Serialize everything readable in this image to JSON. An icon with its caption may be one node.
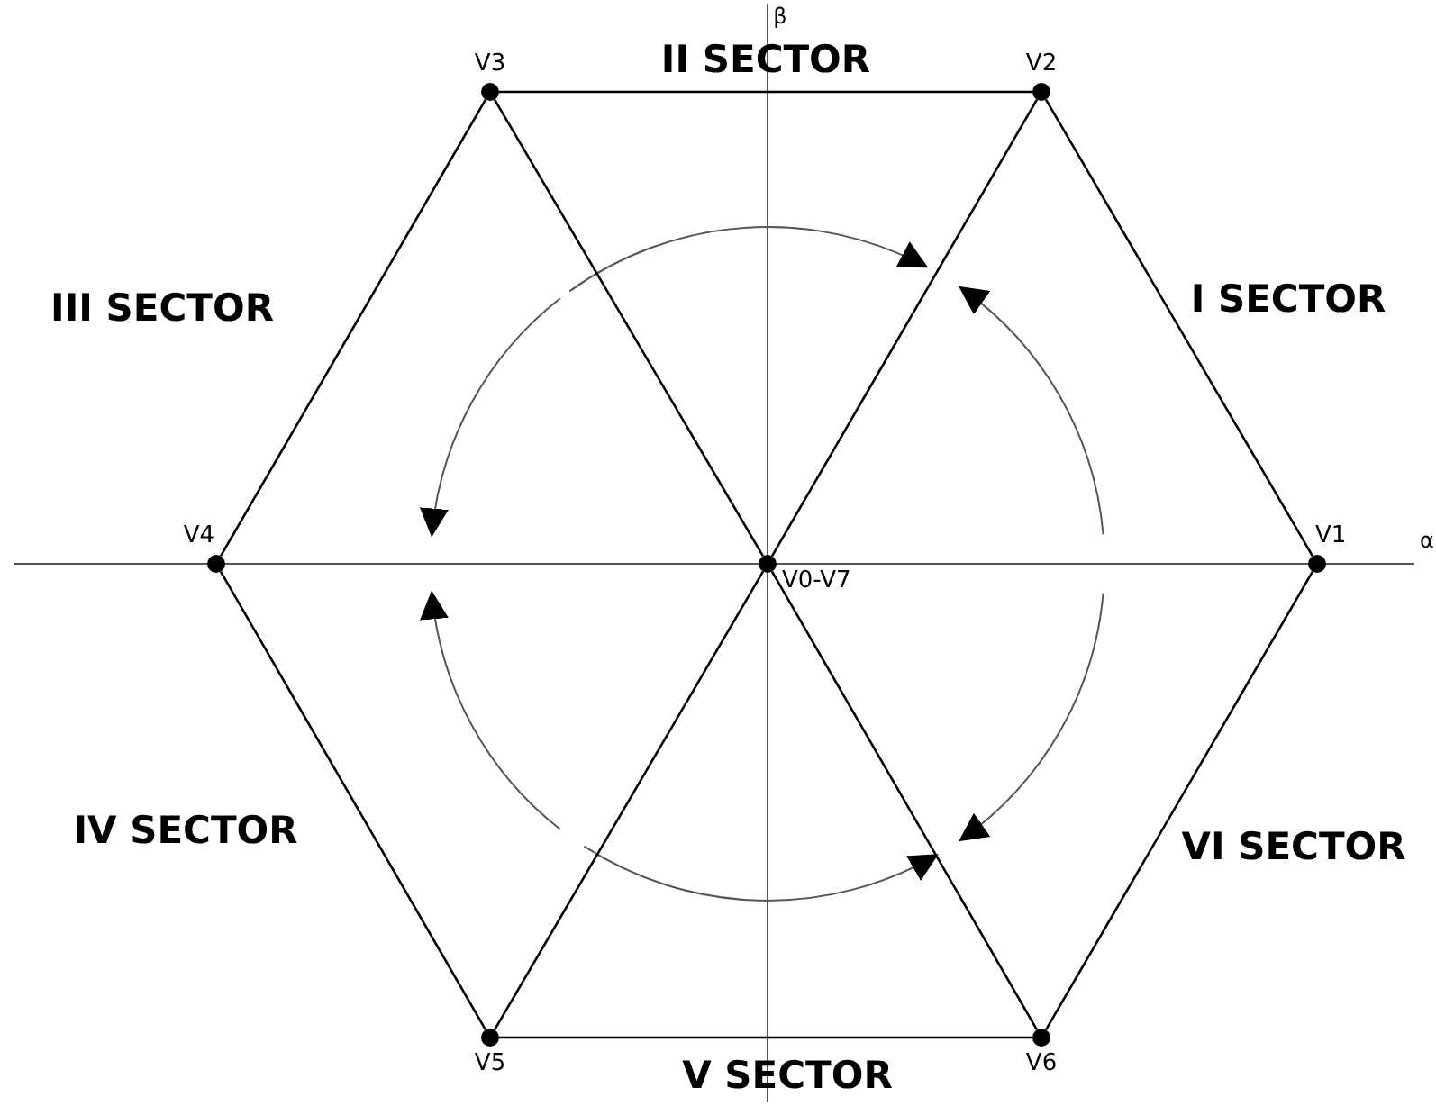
{
  "diagram": {
    "nodes": [
      {
        "text": [
          "V0-V7"
        ]
      },
      {
        "text": [
          "V1"
        ]
      },
      {
        "text": [
          "V2"
        ]
      },
      {
        "text": [
          "V3"
        ]
      },
      {
        "text": [
          "V4"
        ]
      },
      {
        "text": [
          "V5"
        ]
      },
      {
        "text": [
          "V6"
        ]
      }
    ],
    "edges": [
      {
        "from": 1,
        "to": 2,
        "arrow": "none"
      },
      {
        "from": 2,
        "to": 3,
        "arrow": "none"
      },
      {
        "from": 3,
        "to": 4,
        "arrow": "none"
      },
      {
        "from": 4,
        "to": 5,
        "arrow": "none"
      },
      {
        "from": 5,
        "to": 6,
        "arrow": "none"
      },
      {
        "from": 6,
        "to": 1,
        "arrow": "none"
      },
      {
        "from": 0,
        "to": 2,
        "arrow": "none"
      },
      {
        "from": 0,
        "to": 3,
        "arrow": "none"
      },
      {
        "from": 0,
        "to": 5,
        "arrow": "none"
      },
      {
        "from": 0,
        "to": 6,
        "arrow": "none"
      }
    ],
    "labels": [
      "β",
      "II SECTOR",
      "III SECTOR",
      "I SECTOR",
      "α",
      "IV SECTOR",
      "VI SECTOR",
      "V SECTOR"
    ]
  }
}
